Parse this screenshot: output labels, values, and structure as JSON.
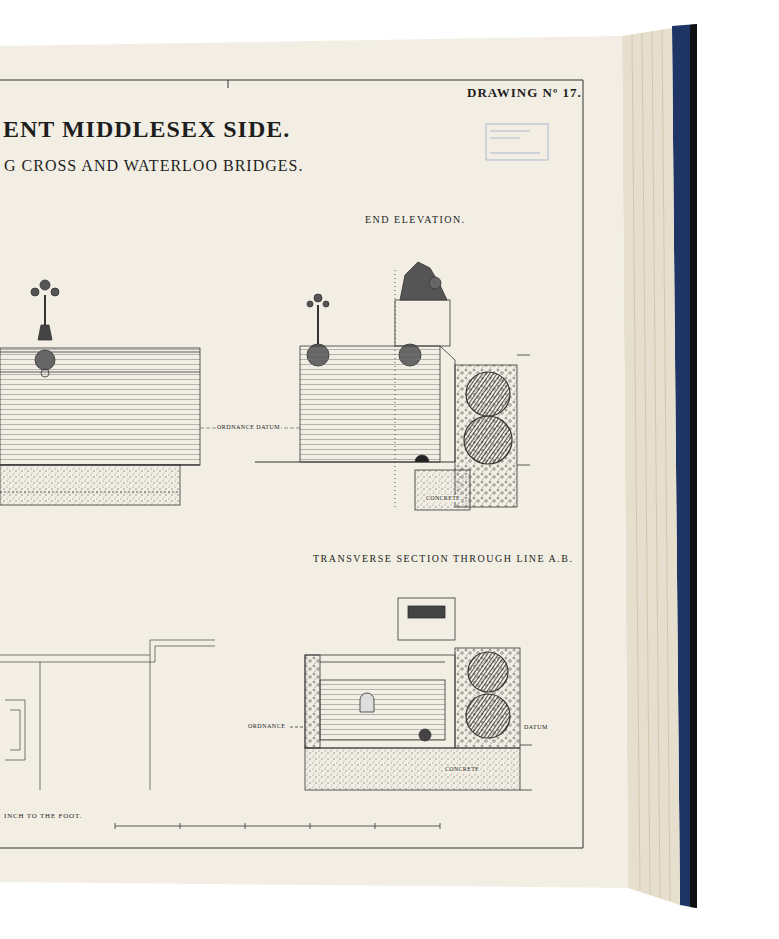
{
  "diagram": {
    "title": "ENT MIDDLESEX SIDE.",
    "labels": [
      "DRAWING Nº 17.",
      "G CROSS AND WATERLOO BRIDGES.",
      "END ELEVATION.",
      "ORDNANCE DATUM",
      "TRANSVERSE SECTION THROUGH LINE A.B.",
      "ORDNANCE",
      "DATUM",
      "INCH TO THE FOOT.",
      "CONCRETE",
      "CONCRETE"
    ]
  }
}
